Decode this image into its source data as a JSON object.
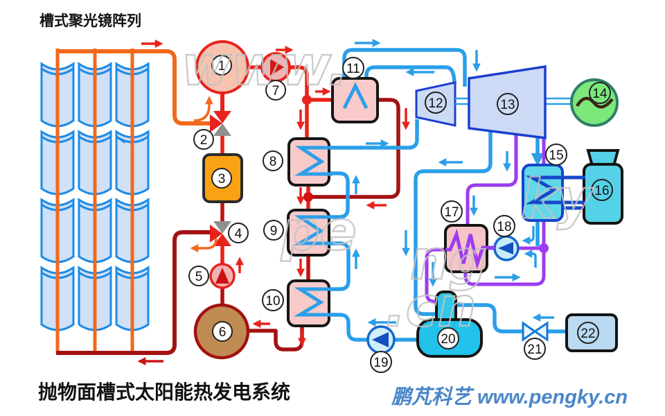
{
  "array_label": "槽式聚光镜阵列",
  "footer": {
    "title": "抛物面槽式太阳能热发电系统",
    "brand": "鹏芃科艺 www.pengky.cn"
  },
  "watermarks": {
    "w1": "www.",
    "w2": "pe",
    "w3": "ng",
    "w4": "ky",
    "w5": ".cn"
  },
  "component_labels": {
    "c1": "1",
    "c2": "2",
    "c3": "3",
    "c4": "4",
    "c5": "5",
    "c6": "6",
    "c7": "7",
    "c8": "8",
    "c9": "9",
    "c10": "10",
    "c11": "11",
    "c12": "12",
    "c13": "13",
    "c14": "14",
    "c15": "15",
    "c16": "16",
    "c17": "17",
    "c18": "18",
    "c19": "19",
    "c20": "20",
    "c21": "21",
    "c22": "22"
  },
  "colors": {
    "solar_loop_orange": "#f2691c",
    "hot_oil_red": "#e8231c",
    "cold_oil_dark_red": "#a31111",
    "steam_light_blue": "#2b9fe8",
    "cooling_water_dark_blue": "#1549c8",
    "extraction_purple": "#9c3cf0",
    "heater_orange": "#f9a214",
    "tank_cyan": "#33c8e8",
    "generator_green": "#7ce87c",
    "turbine_blue_fill": "#ccdaf5",
    "hx_pink_fill": "#f8caca",
    "brand_blue": "#4a86c8"
  }
}
